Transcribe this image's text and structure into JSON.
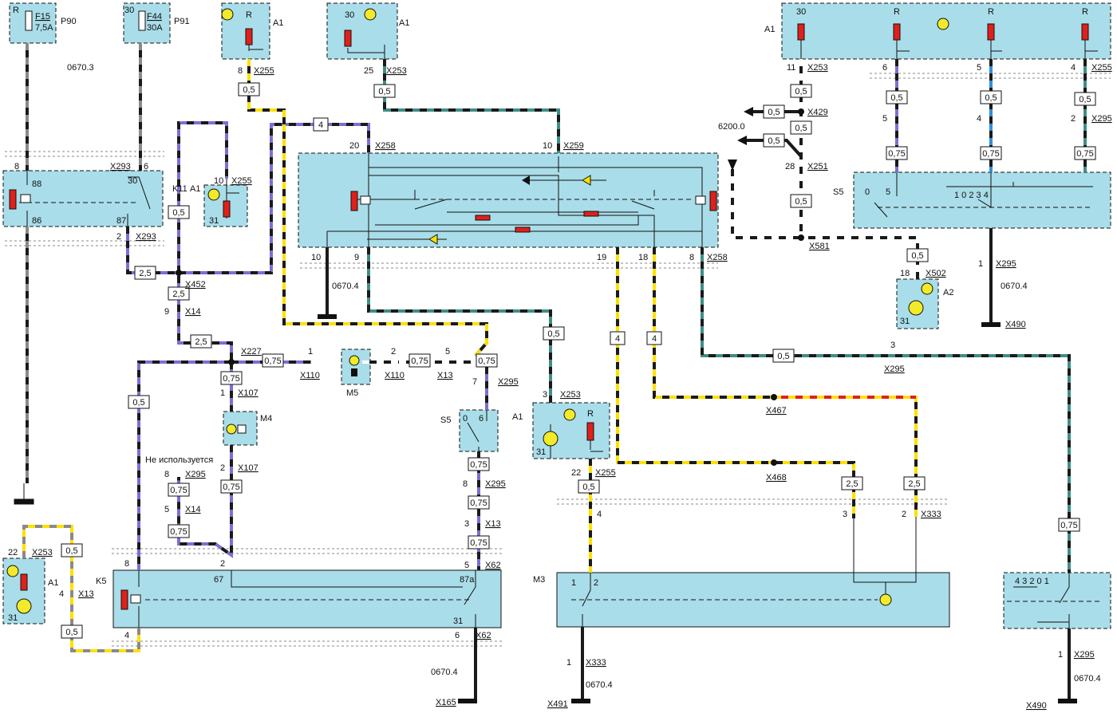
{
  "labels": {
    "p90_r": "R",
    "p90_fuse": "F15",
    "p90_amp": "7,5A",
    "p90": "P90",
    "p91_30": "30",
    "p91_fuse": "F44",
    "p91_amp": "30A",
    "p91": "P91",
    "ref_0670_3": "0670.3",
    "a1_top1": "A1",
    "a1_top1_r": "R",
    "a1_top1_pin": "8",
    "a1_top1_conn": "X255",
    "a1_top2": "A1",
    "a1_top2_30": "30",
    "a1_top2_pin": "25",
    "a1_top2_conn": "X253",
    "a1_right": "A1",
    "a1_right_30": "30",
    "a1_right_r1": "R",
    "a1_right_r2": "R",
    "a1_right_r3": "R",
    "a1_right_p11": "11",
    "a1_right_x253": "X253",
    "a1_right_p6": "6",
    "a1_right_p5": "5",
    "a1_right_p4": "4",
    "a1_right_x255": "X255",
    "x429": "X429",
    "ref_6200": "6200.0",
    "x251_pin": "28",
    "x251": "X251",
    "x581": "X581",
    "s5_right": "S5",
    "s5_right_0": "0",
    "s5_right_5": "5",
    "s5_right_pos": "1  0  2  3  4",
    "x295_p5": "5",
    "x295_p4": "4",
    "x295_p2": "2",
    "x295_top": "X295",
    "x295_p1": "1",
    "x295_mid": "X295",
    "ref_0670_4_r": "0670.4",
    "x490_top": "X490",
    "x502_pin": "18",
    "x502": "X502",
    "a2": "A2",
    "a2_31": "31",
    "k11": "K11",
    "k11_88": "88",
    "k11_86": "86",
    "k11_30": "30",
    "k11_87": "87",
    "x293_p8": "8",
    "x293_top": "X293",
    "x293_p6": "6",
    "x293_p2": "2",
    "x293_bot": "X293",
    "a1_mid": "A1",
    "a1_mid_pin": "10",
    "a1_mid_conn": "X255",
    "a1_mid_31": "31",
    "x258_p20": "20",
    "x258_top": "X258",
    "x259_p10": "10",
    "x259": "X259",
    "x258_b10": "10",
    "x258_b9": "9",
    "x258_b19": "19",
    "x258_b18": "18",
    "x258_b8": "8",
    "x258_bot": "X258",
    "ref_0670_4_mid": "0670.4",
    "x452": "X452",
    "x14_pin": "9",
    "x14": "X14",
    "x227": "X227",
    "x110_p1": "1",
    "x110_l": "X110",
    "m5": "M5",
    "x110_p2": "2",
    "x110_r": "X110",
    "x13_p5": "5",
    "x13_top": "X13",
    "x295_p7": "7",
    "x295_s5": "X295",
    "x107_p1": "1",
    "x107_top": "X107",
    "m4": "M4",
    "x107_p2": "2",
    "x107_bot": "X107",
    "unused": "Не используется",
    "x295_unused_p8": "8",
    "x295_unused": "X295",
    "x14_unused_p5": "5",
    "x14_unused": "X14",
    "s5_mid": "S5",
    "s5_mid_0": "0",
    "s5_mid_6": "6",
    "x295_s5b_p8": "8",
    "x295_s5b": "X295",
    "x13_p3": "3",
    "x13_mid": "X13",
    "x62_p5": "5",
    "x62_top": "X62",
    "x62_p6": "6",
    "x62_bot": "X62",
    "ref_0670_4_bot": "0670.4",
    "x165": "X165",
    "a1_ctr": "A1",
    "a1_ctr_r": "R",
    "a1_ctr_31": "31",
    "x253_ctr_p3": "3",
    "x253_ctr": "X253",
    "x255_ctr_p22": "22",
    "x255_ctr": "X255",
    "x255_ctr_p4": "4",
    "x467": "X467",
    "x468": "X468",
    "x295_3": "3",
    "x295_right": "X295",
    "x333_p3": "3",
    "x333_p2": "2",
    "x333_top": "X333",
    "m3": "M3",
    "m3_1": "1",
    "m3_2": "2",
    "x333_p1": "1",
    "x333_bot": "X333",
    "ref_0670_4_m3": "0670.4",
    "x491": "X491",
    "k5": "K5",
    "k5_8": "8",
    "k5_2": "2",
    "k5_67": "67",
    "k5_87a": "87a",
    "k5_31": "31",
    "k5_4": "4",
    "a1_left": "A1",
    "a1_left_31": "31",
    "x253_left_p22": "22",
    "x253_left": "X253",
    "x13_left_p4": "4",
    "x13_left": "X13",
    "s5_br_pos": "4  3 2   0   1",
    "x295_br_p1": "1",
    "x295_br": "X295",
    "ref_0670_4_br": "0670.4",
    "x490_bot": "X490"
  },
  "wire_sizes": {
    "a1_top1": "0,5",
    "a1_top2": "0,5",
    "bundle": "4",
    "k11_out": "0,5",
    "k11_return": "2,5",
    "x452_down": "2,5",
    "x14_down": "2,5",
    "x110_l": "0,75",
    "x110_r": "0,75",
    "s5_in": "0,75",
    "x107_top": "0,75",
    "x107_bot": "0,75",
    "k5_feed": "0,5",
    "x14_u1": "0,75",
    "x14_u2": "0,75",
    "s5_out": "0,75",
    "x295_s5b": "0,75",
    "x13_mid": "0,75",
    "a1_ctr_in": "0,5",
    "x255_ctr": "0,5",
    "w19": "4",
    "w18": "4",
    "x295_right": "0,5",
    "x333_p3": "2,5",
    "x333_p2": "2,5",
    "br_vert": "0,75",
    "left_top": "0,5",
    "left_bot": "0,5",
    "ar_x253": "0,5",
    "ar_x429": "0,5",
    "ar_x429b": "0,5",
    "ar_6200": "0,5",
    "ar_x251": "0,5",
    "ar_p6": "0,5",
    "ar_p5": "0,5",
    "ar_p4": "0,5",
    "ar_s5_1": "0,75",
    "ar_s5_2": "0,75",
    "ar_s5_3": "0,75",
    "x502_in": "0,5"
  },
  "colors": {
    "box_fill": "#a9dde9",
    "wire_black": "#1a1a1a",
    "wire_yellow": "#ffe000",
    "wire_violet": "#7b6fd6",
    "wire_grey": "#8a8a8a",
    "wire_green": "#3f8e86",
    "wire_red": "#e0201a",
    "wire_blue": "#2f8fe0",
    "wire_white": "#ffffff",
    "lamp": "#f3ea2a",
    "resistor": "#e0201a"
  }
}
